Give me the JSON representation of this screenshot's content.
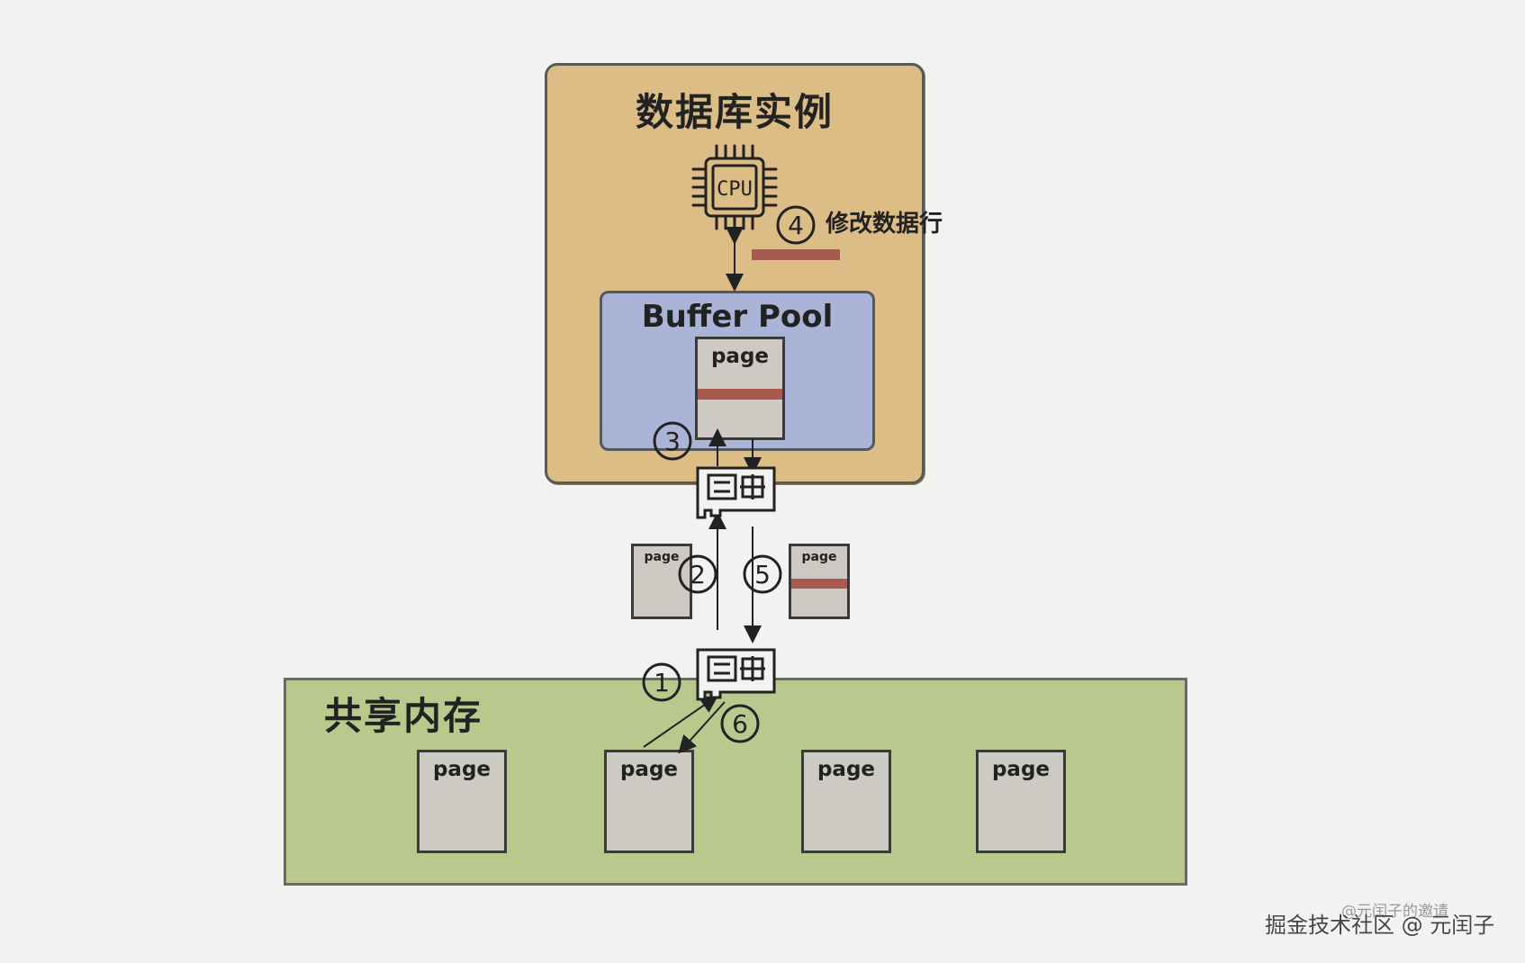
{
  "db_instance": {
    "title": "数据库实例"
  },
  "cpu": {
    "label": "CPU"
  },
  "buffer_pool": {
    "title": "Buffer Pool",
    "page_label": "page"
  },
  "step4": {
    "number": "4",
    "label": "修改数据行"
  },
  "transfer_pages": {
    "left": {
      "label": "page"
    },
    "right": {
      "label": "page"
    }
  },
  "steps": [
    "1",
    "2",
    "3",
    "5",
    "6"
  ],
  "shared_memory": {
    "title": "共享内存",
    "pages": [
      "page",
      "page",
      "page",
      "page"
    ]
  },
  "watermark": {
    "main": "掘金技术社区 @ 元闰子",
    "faint": "@元闰子的邀请"
  },
  "colors": {
    "db_instance": "#dcbd85",
    "buffer_pool": "#a9b4d6",
    "shared_memory": "#b9c98e",
    "page": "#cdc9c3",
    "modified_row": "#a85a50"
  }
}
